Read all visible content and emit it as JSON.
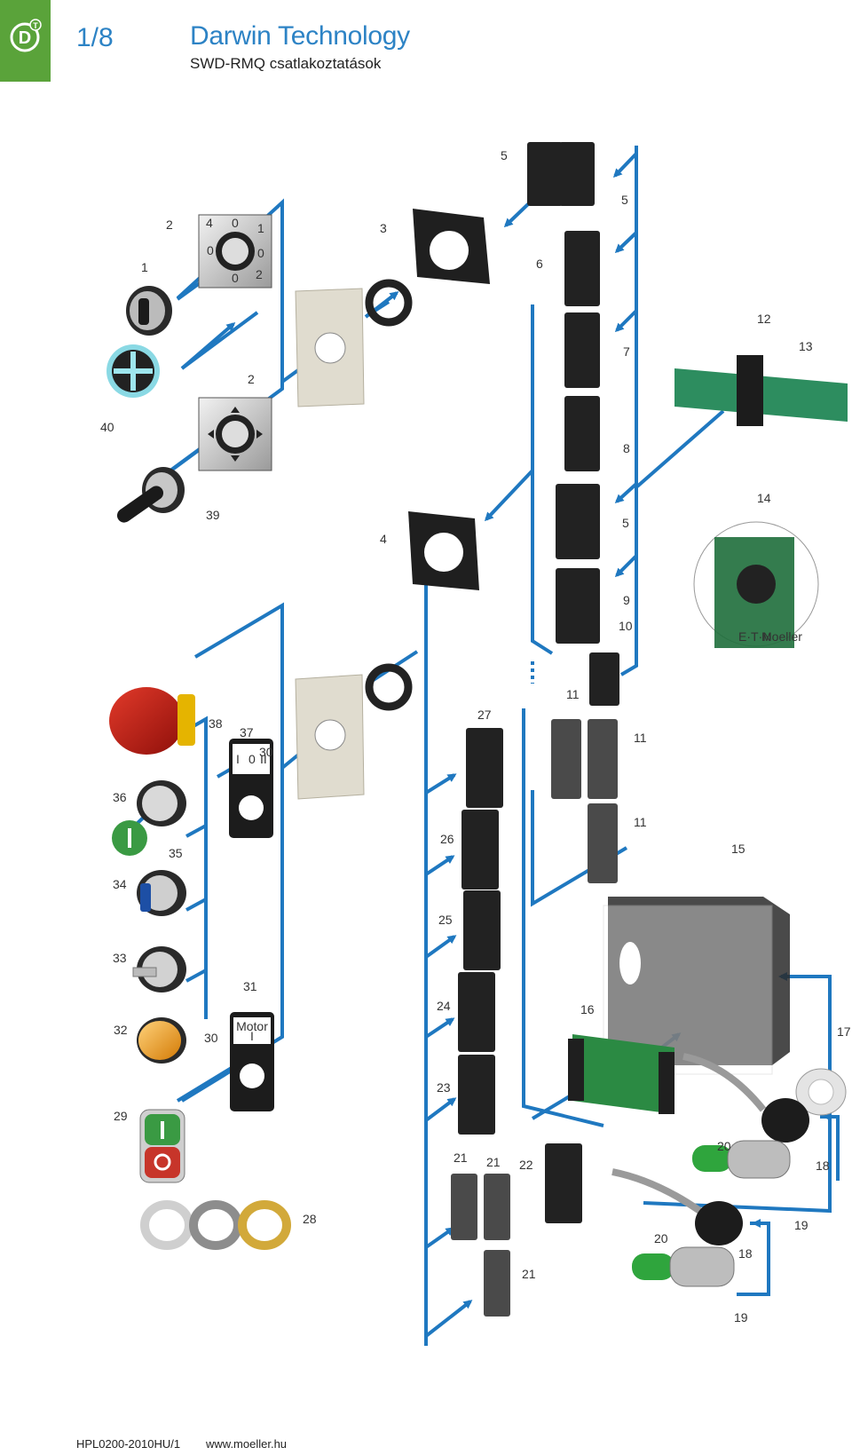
{
  "header": {
    "logo_text": "D",
    "logo_mark": "T",
    "page_number": "1/8",
    "title": "Darwin Technology",
    "subtitle": "SWD-RMQ csatlakoztatások"
  },
  "parts": [
    {
      "id": "1",
      "label": "1"
    },
    {
      "id": "2a",
      "label": "2"
    },
    {
      "id": "2b",
      "label": "2"
    },
    {
      "id": "3",
      "label": "3"
    },
    {
      "id": "4",
      "label": "4"
    },
    {
      "id": "5a",
      "label": "5"
    },
    {
      "id": "5b",
      "label": "5"
    },
    {
      "id": "5c",
      "label": "5"
    },
    {
      "id": "6",
      "label": "6"
    },
    {
      "id": "7",
      "label": "7"
    },
    {
      "id": "8",
      "label": "8"
    },
    {
      "id": "9",
      "label": "9"
    },
    {
      "id": "10",
      "label": "10"
    },
    {
      "id": "11a",
      "label": "11"
    },
    {
      "id": "11b",
      "label": "11"
    },
    {
      "id": "11c",
      "label": "11"
    },
    {
      "id": "12",
      "label": "12"
    },
    {
      "id": "13",
      "label": "13"
    },
    {
      "id": "14",
      "label": "14"
    },
    {
      "id": "15",
      "label": "15"
    },
    {
      "id": "16",
      "label": "16"
    },
    {
      "id": "17",
      "label": "17"
    },
    {
      "id": "18a",
      "label": "18"
    },
    {
      "id": "18b",
      "label": "18"
    },
    {
      "id": "19a",
      "label": "19"
    },
    {
      "id": "19b",
      "label": "19"
    },
    {
      "id": "20a",
      "label": "20"
    },
    {
      "id": "20b",
      "label": "20"
    },
    {
      "id": "21a",
      "label": "21"
    },
    {
      "id": "21b",
      "label": "21"
    },
    {
      "id": "21c",
      "label": "21"
    },
    {
      "id": "22",
      "label": "22"
    },
    {
      "id": "23",
      "label": "23"
    },
    {
      "id": "24",
      "label": "24"
    },
    {
      "id": "25",
      "label": "25"
    },
    {
      "id": "26",
      "label": "26"
    },
    {
      "id": "27",
      "label": "27"
    },
    {
      "id": "28",
      "label": "28"
    },
    {
      "id": "29",
      "label": "29"
    },
    {
      "id": "30a",
      "label": "30"
    },
    {
      "id": "30b",
      "label": "30"
    },
    {
      "id": "31",
      "label": "31"
    },
    {
      "id": "32",
      "label": "32"
    },
    {
      "id": "33",
      "label": "33"
    },
    {
      "id": "34",
      "label": "34"
    },
    {
      "id": "35",
      "label": "35"
    },
    {
      "id": "36",
      "label": "36"
    },
    {
      "id": "37",
      "label": "37"
    },
    {
      "id": "38",
      "label": "38"
    },
    {
      "id": "39",
      "label": "39"
    },
    {
      "id": "40",
      "label": "40"
    }
  ],
  "component_text": {
    "selector_positions": [
      "4",
      "0",
      "1",
      "0",
      "0",
      "0",
      "2"
    ],
    "legend_small": [
      "I",
      "0",
      "II"
    ],
    "legend_motor": "Motor",
    "legend_motor_sub": "I",
    "cd_brand_1": "E·T·N",
    "cd_brand_2": "Moeller"
  },
  "footer": {
    "doc_code": "HPL0200-2010HU/1",
    "url": "www.moeller.hu"
  },
  "colors": {
    "brand_blue": "#2d83c5",
    "logo_green": "#5aa33a",
    "arrow_blue": "#1f78c0"
  }
}
